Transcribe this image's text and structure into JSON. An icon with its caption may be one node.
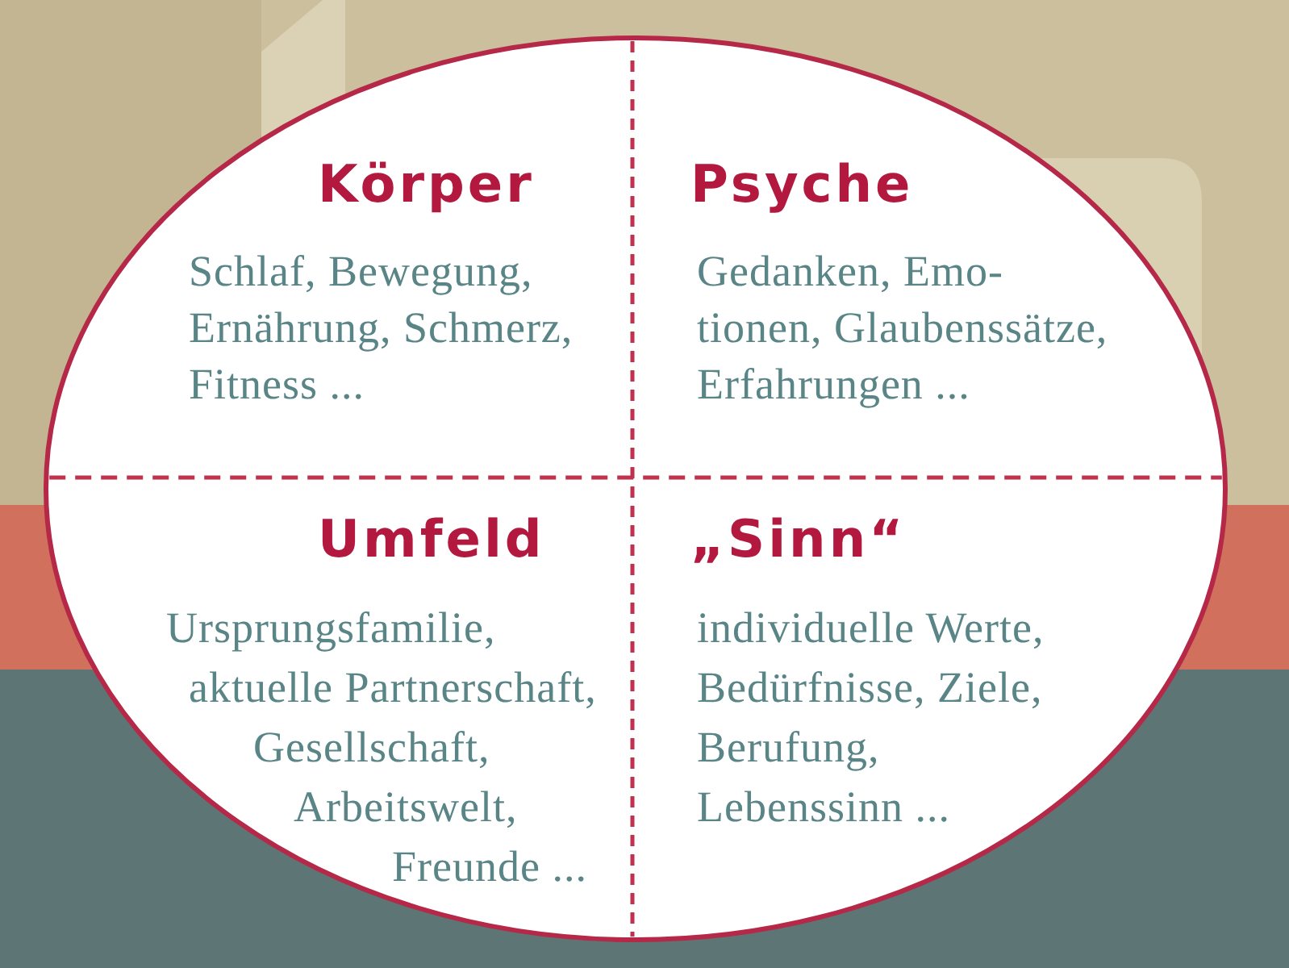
{
  "diagram": {
    "nodes": [
      {
        "text": [],
        "shape": "ellipse"
      },
      {
        "text": [
          "Körper",
          "Schlaf, Bewegung, Ernährung, Schmerz, Fitness ..."
        ],
        "in": 0
      },
      {
        "text": [
          "Psyche",
          "Gedanken, Emo- tionen, Glaubenssätze, Erfahrungen ..."
        ],
        "in": 0
      },
      {
        "text": [
          "Umfeld",
          "Ursprungsfamilie, aktuelle Partnerschaft, Gesellschaft, Arbeitswelt, Freunde ..."
        ],
        "in": 0
      },
      {
        "text": [
          "„Sinn“",
          "individuelle Werte, Bedürfnisse, Ziele, Berufung, Lebenssinn ..."
        ],
        "in": 0
      }
    ]
  }
}
